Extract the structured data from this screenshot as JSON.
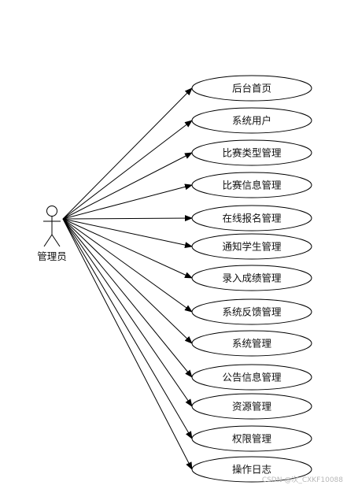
{
  "actor": {
    "label": "管理员"
  },
  "use_cases": [
    "后台首页",
    "系统用户",
    "比赛类型管理",
    "比赛信息管理",
    "在线报名管理",
    "通知学生管理",
    "录入成绩管理",
    "系统反馈管理",
    "系统管理",
    "公告信息管理",
    "资源管理",
    "权限管理",
    "操作日志"
  ],
  "watermark": "CSDN @次_CXKF10088",
  "colors": {
    "stroke": "#000000",
    "text": "#111111",
    "watermark": "#b8b8b8",
    "background": "#ffffff"
  }
}
